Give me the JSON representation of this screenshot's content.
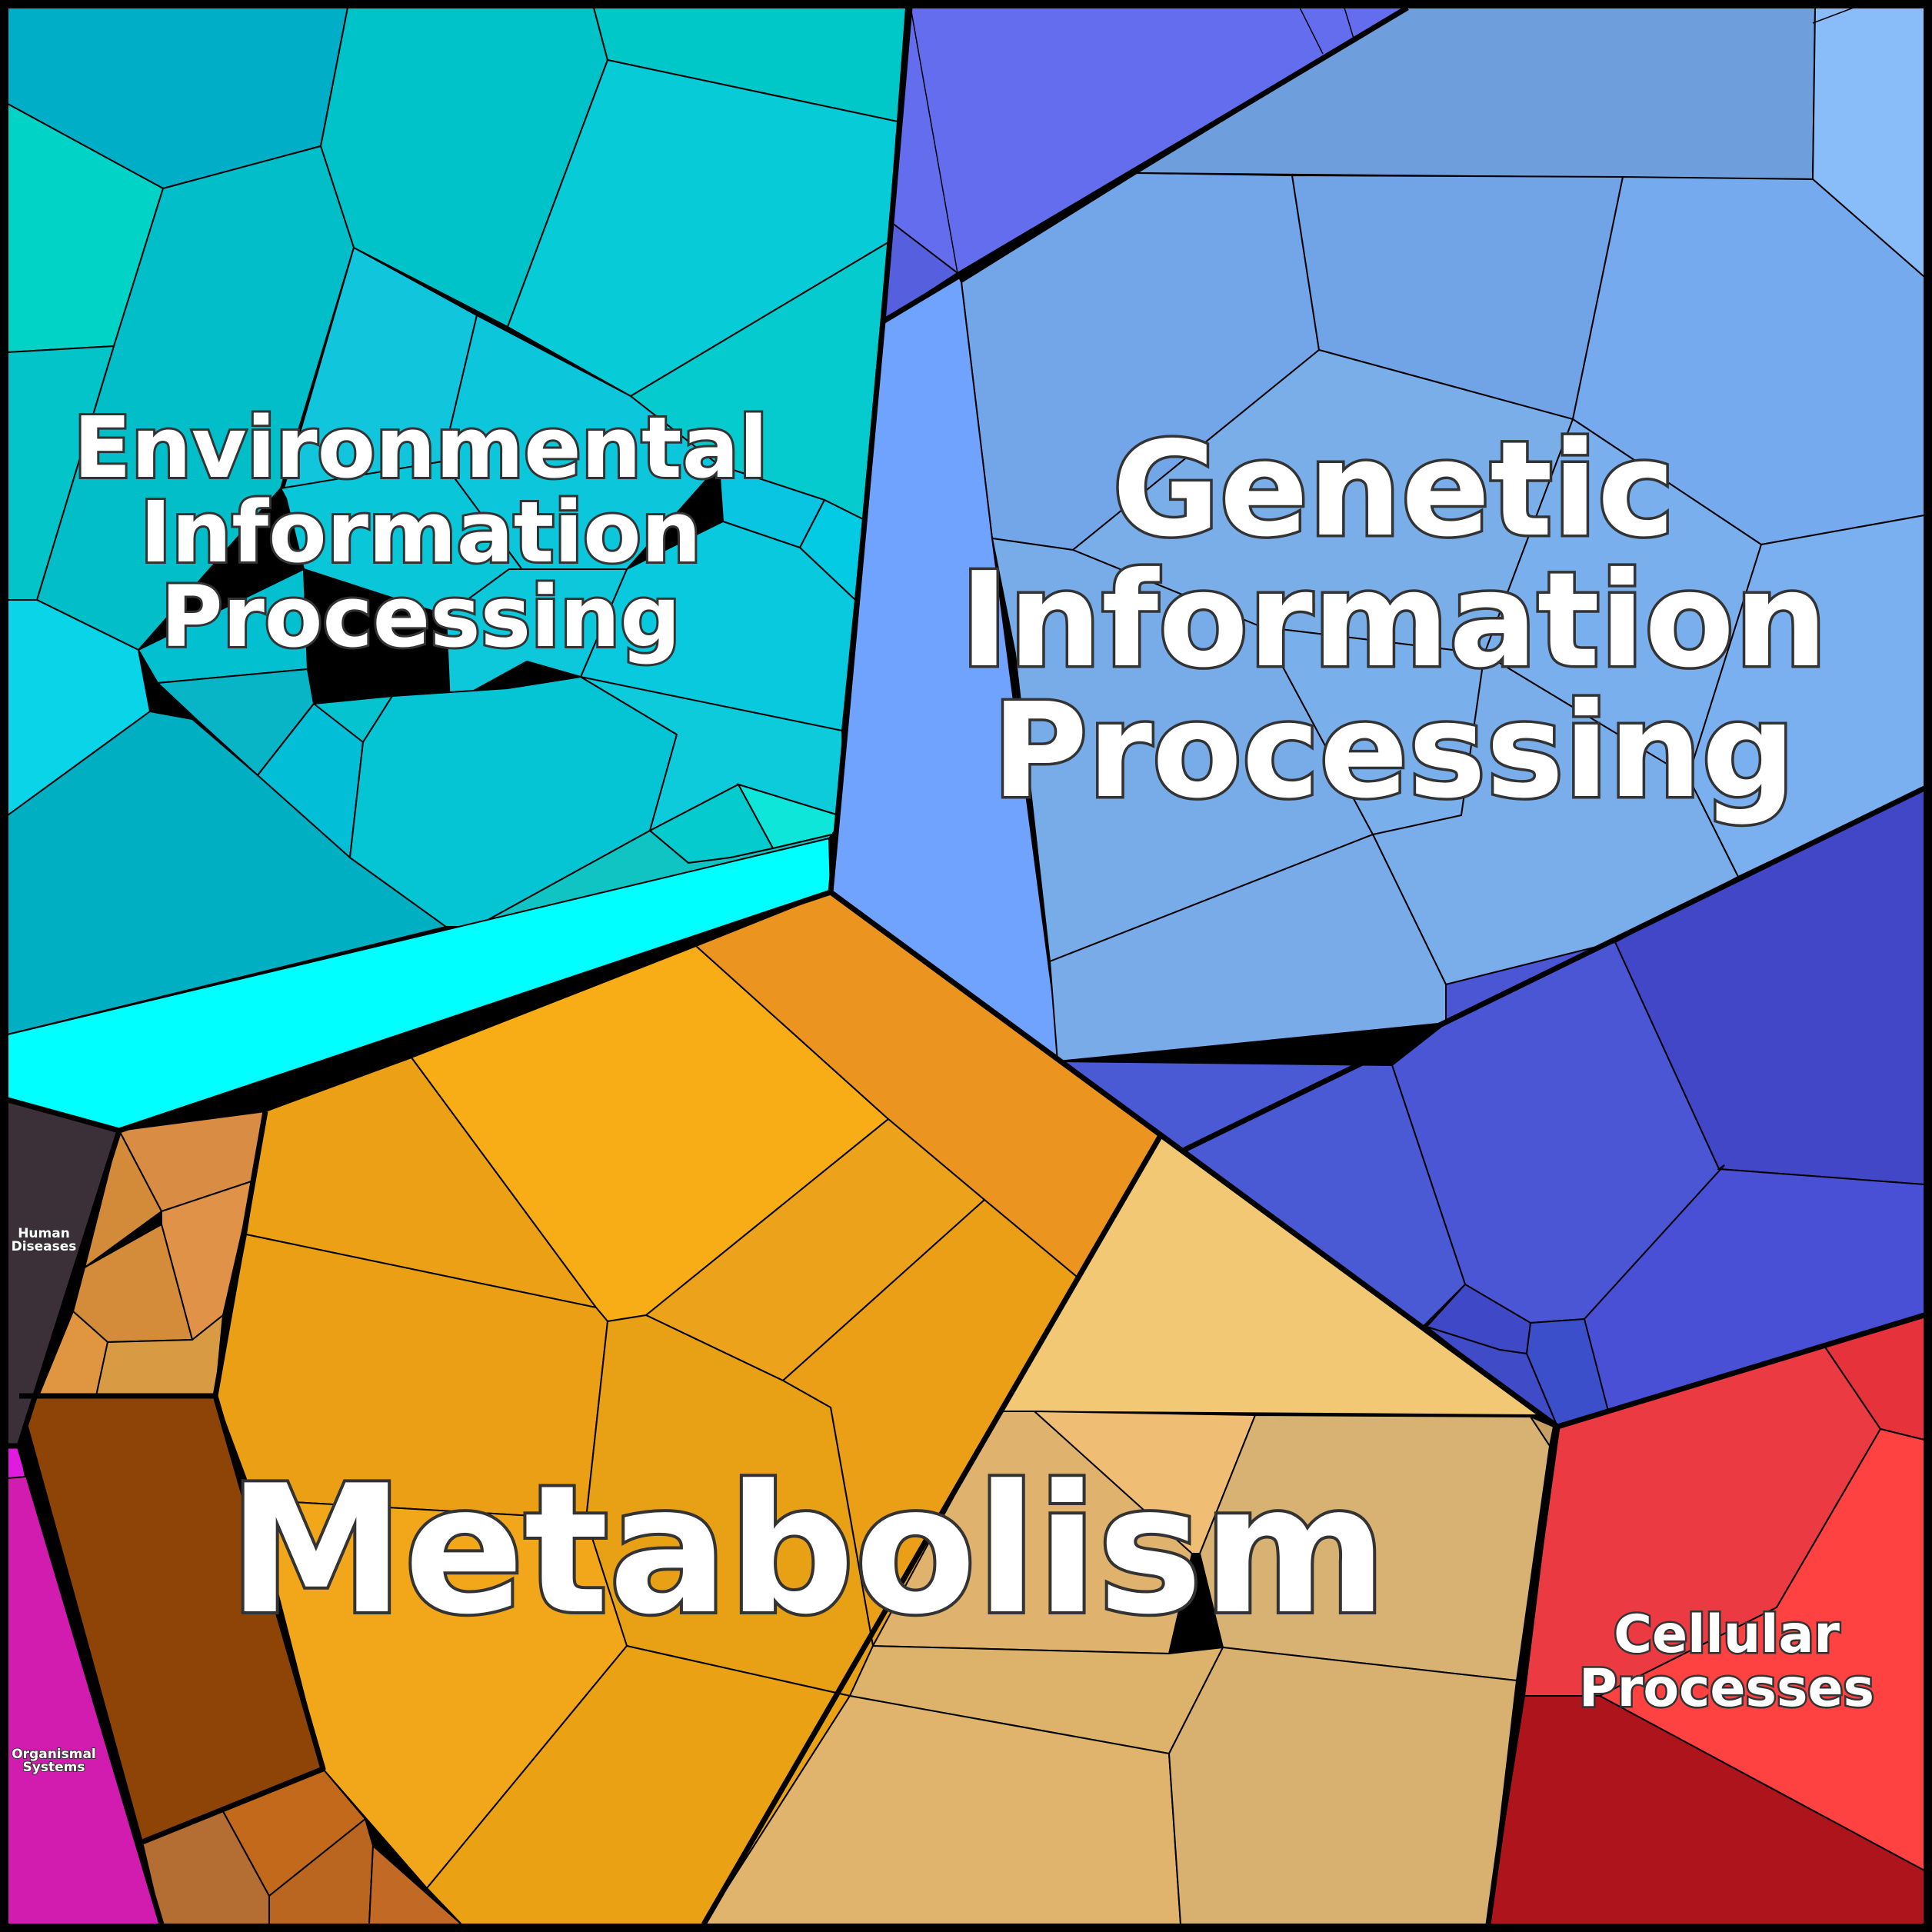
{
  "diagram": {
    "type": "voronoi-treemap",
    "background": "#000000",
    "categories": [
      {
        "id": "environmental",
        "lines": [
          "Environmental",
          "Information",
          "Processing"
        ],
        "base_color": "#0cc3d6"
      },
      {
        "id": "genetic",
        "lines": [
          "Genetic",
          "Information",
          "Processing"
        ],
        "base_color": "#74a8ea"
      },
      {
        "id": "metabolism",
        "lines": [
          "Metabolism"
        ],
        "base_color": "#eba116"
      },
      {
        "id": "cellular",
        "lines": [
          "Cellular",
          "Processes"
        ],
        "base_color": "#ee3a3e"
      },
      {
        "id": "human-diseases",
        "lines": [
          "Human",
          "Diseases"
        ],
        "base_color": "#3b3038"
      },
      {
        "id": "organismal",
        "lines": [
          "Organismal",
          "Systems"
        ],
        "base_color": "#d21cb0"
      }
    ]
  }
}
